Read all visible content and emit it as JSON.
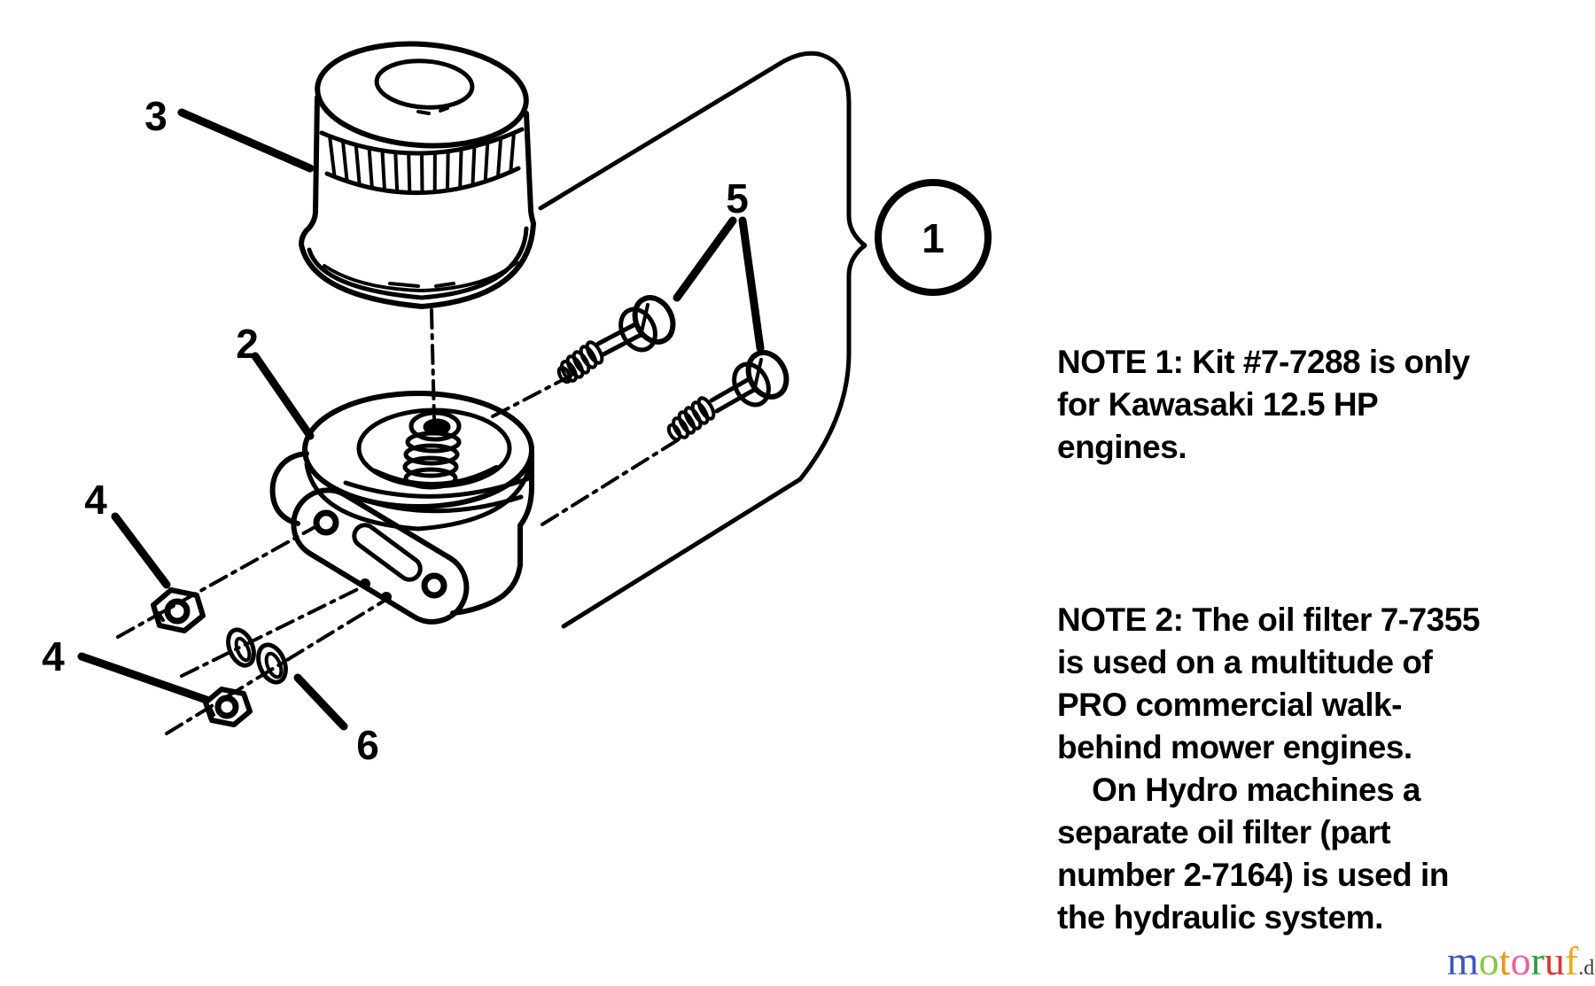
{
  "parts": {
    "kit": {
      "label": "1"
    },
    "adapter": {
      "label": "2"
    },
    "filter": {
      "label": "3"
    },
    "nut_upper": {
      "label": "4"
    },
    "nut_lower": {
      "label": "4"
    },
    "bolts": {
      "label": "5"
    },
    "oring": {
      "label": "6"
    }
  },
  "notes": {
    "note1": {
      "lines": [
        "NOTE 1: Kit #7-7288 is only",
        "for Kawasaki 12.5 HP",
        "engines."
      ]
    },
    "note2": {
      "lines": [
        "NOTE 2: The oil filter 7-7355",
        "is used on a multitude of",
        "PRO commercial walk-",
        "behind mower engines.",
        "    On Hydro machines a",
        "separate oil filter (part",
        "number 2-7164) is used in",
        "the hydraulic system."
      ]
    }
  },
  "watermark": {
    "letters": [
      {
        "ch": "m",
        "color": "#3a56c0"
      },
      {
        "ch": "o",
        "color": "#8fc63f"
      },
      {
        "ch": "t",
        "color": "#f0941e"
      },
      {
        "ch": "o",
        "color": "#ee5f9d"
      },
      {
        "ch": "r",
        "color": "#2f9e3c"
      },
      {
        "ch": "u",
        "color": "#e23434"
      },
      {
        "ch": "f",
        "color": "#f0a81c"
      }
    ],
    "tld": ".de",
    "tld_color": "#3a3a3a"
  },
  "colors": {
    "line": "#000000",
    "background": "#ffffff"
  }
}
